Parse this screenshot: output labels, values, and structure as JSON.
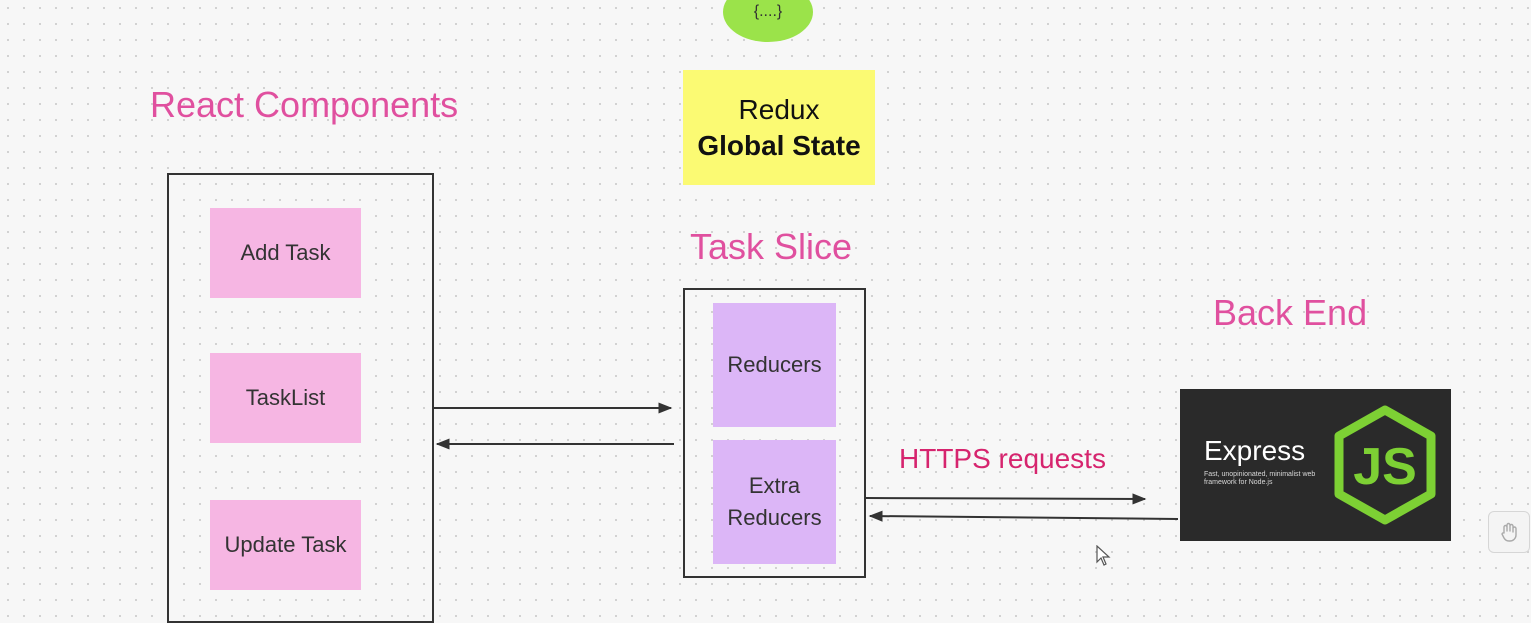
{
  "top_node": {
    "label": "{....}"
  },
  "redux": {
    "line1": "Redux",
    "line2": "Global State"
  },
  "react_section": {
    "heading": "React Components",
    "items": [
      "Add Task",
      "TaskList",
      "Update Task"
    ]
  },
  "task_slice": {
    "heading": "Task Slice",
    "items": [
      "Reducers",
      "Extra\nReducers"
    ]
  },
  "backend": {
    "heading": "Back End",
    "express_title": "Express",
    "express_tagline": "Fast, unopinionated, minimalist web framework for Node.js",
    "node_logo_text": "JS"
  },
  "connections": {
    "https_label": "HTTPS requests"
  },
  "colors": {
    "heading": "#e0509f",
    "https_label": "#d6246e",
    "component_fill": "#f6b6e3",
    "reducer_fill": "#dcb6f7",
    "redux_fill": "#fbfa73",
    "top_node_fill": "#9be34a",
    "express_bg": "#2a2a2a",
    "node_green": "#7dd034"
  },
  "icons": [
    "hand-icon",
    "cursor-icon",
    "nodejs-logo-icon"
  ]
}
